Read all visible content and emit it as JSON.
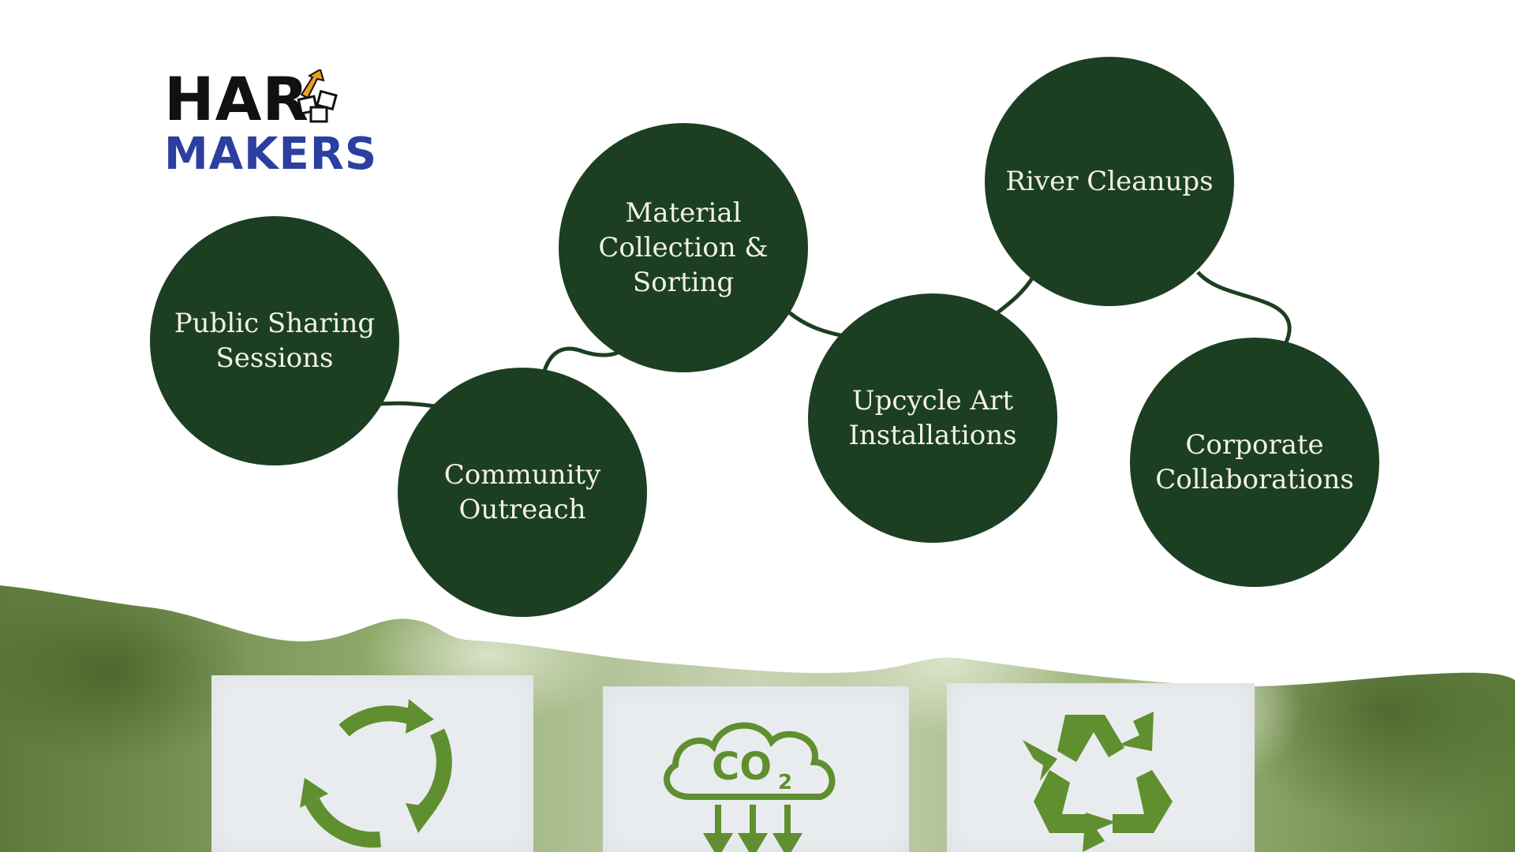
{
  "logo": {
    "line1": "HAR",
    "line2": "MAKERS"
  },
  "colors": {
    "bubble": "#1c3f22",
    "bubble_text": "#f3f1e6",
    "logo_dark": "#111111",
    "logo_blue": "#2b3fa0",
    "leaf_green": "#5f8f2f"
  },
  "nodes": [
    {
      "id": "public-sharing",
      "label": "Public Sharing Sessions"
    },
    {
      "id": "community-outreach",
      "label": "Community Outreach"
    },
    {
      "id": "material-collection",
      "label": "Material Collection & Sorting"
    },
    {
      "id": "upcycle-art",
      "label": "Upcycle Art Installations"
    },
    {
      "id": "river-cleanups",
      "label": "River Cleanups"
    },
    {
      "id": "corporate-collab",
      "label": "Corporate Collaborations"
    }
  ],
  "signs": [
    {
      "icon": "recycle-arrows-icon"
    },
    {
      "icon": "co2-cloud-icon",
      "text": "CO2"
    },
    {
      "icon": "recycling-symbol-icon"
    }
  ]
}
